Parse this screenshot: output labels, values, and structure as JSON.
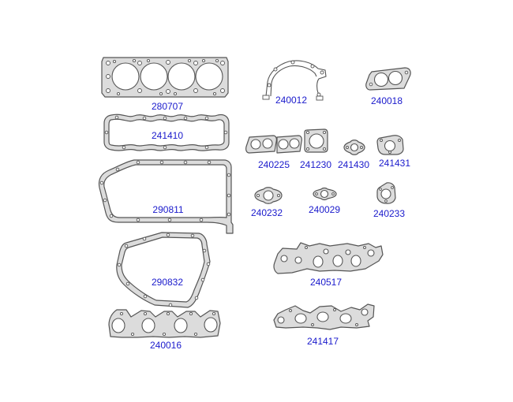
{
  "parts": {
    "p280707": "280707",
    "p240012": "240012",
    "p240018": "240018",
    "p241410": "241410",
    "p240225": "240225",
    "p241230": "241230",
    "p241430": "241430",
    "p241431": "241431",
    "p290811": "290811",
    "p240232": "240232",
    "p240029": "240029",
    "p240233": "240233",
    "p290832": "290832",
    "p240517": "240517",
    "p240016": "240016",
    "p241417": "241417"
  },
  "colors": {
    "label": "#1a1acc",
    "gasket_fill": "#dcdcdc",
    "gasket_outline": "#555555"
  }
}
